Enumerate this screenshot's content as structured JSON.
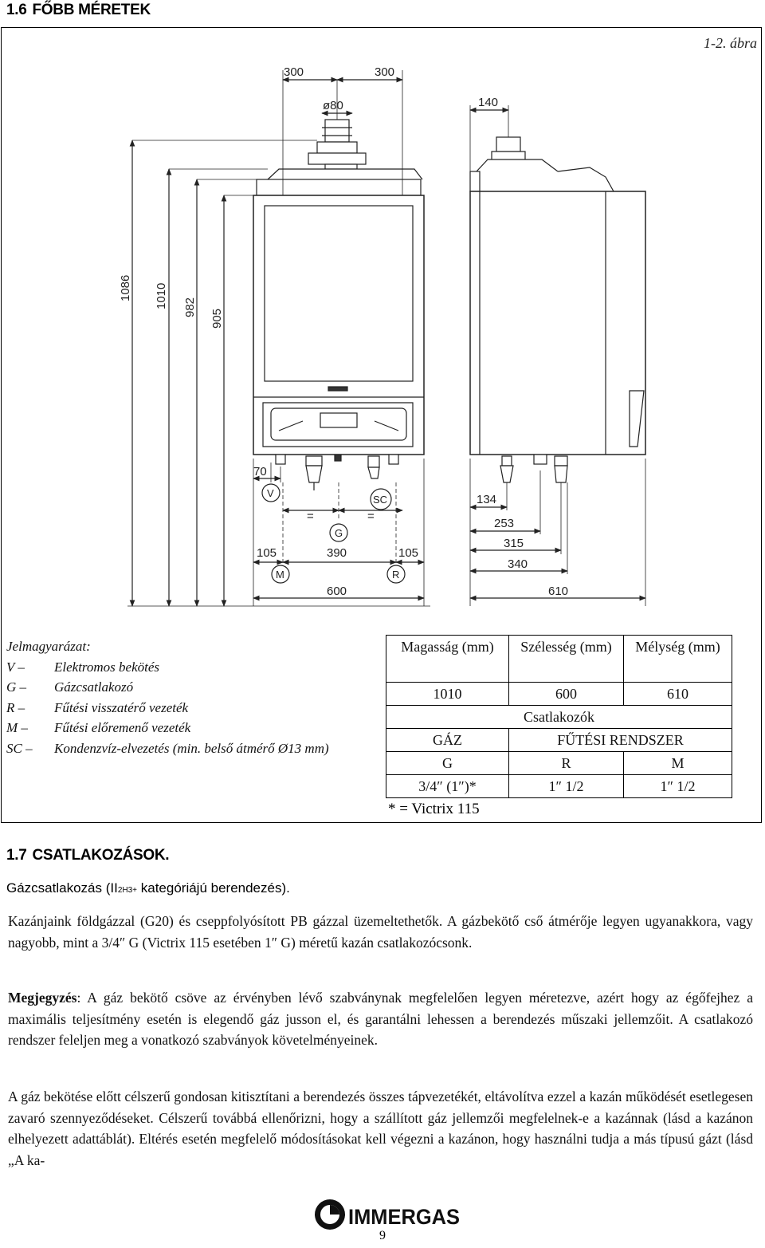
{
  "section_16": {
    "number": "1.6",
    "title": "FŐBB MÉRETEK"
  },
  "figure": {
    "label": "1-2. ábra",
    "dimensions": {
      "top_300_left": "300",
      "top_300_right": "300",
      "flue_diameter": "ø80",
      "side_140": "140",
      "h_1086": "1086",
      "h_1010": "1010",
      "h_982": "982",
      "h_905": "905",
      "d_70": "70",
      "eq_left": "=",
      "eq_right": "=",
      "d_105_left": "105",
      "d_390": "390",
      "d_105_right": "105",
      "d_600": "600",
      "d_134": "134",
      "d_253": "253",
      "d_315": "315",
      "d_340": "340",
      "d_610": "610"
    },
    "connection_marks": {
      "V": "V",
      "G": "G",
      "SC": "SC",
      "M": "M",
      "R": "R"
    }
  },
  "legend": {
    "title": "Jelmagyarázat:",
    "items": [
      {
        "key": "V –",
        "text": "Elektromos bekötés"
      },
      {
        "key": "G –",
        "text": "Gázcsatlakozó"
      },
      {
        "key": "R –",
        "text": "Fűtési visszatérő vezeték"
      },
      {
        "key": "M –",
        "text": "Fűtési előremenő vezeték"
      },
      {
        "key": "SC –",
        "text": "Kondenzvíz-elvezetés (min. belső átmérő Ø13 mm)"
      }
    ]
  },
  "spec_table": {
    "headers": [
      "Magasság (mm)",
      "Szélesség (mm)",
      "Mélység (mm)"
    ],
    "values": [
      "1010",
      "600",
      "610"
    ],
    "connections_title": "Csatlakozók",
    "gas_label": "GÁZ",
    "heating_label": "FŰTÉSI RENDSZER",
    "letters": [
      "G",
      "R",
      "M"
    ],
    "sizes": [
      "3/4″ (1″)*",
      "1″ 1/2",
      "1″ 1/2"
    ],
    "footnote": "* = Victrix 115"
  },
  "section_17": {
    "number": "1.7",
    "title": "CSATLAKOZÁSOK."
  },
  "gas_sub": {
    "before": "Gázcsatlakozás (II",
    "subscript": "2H3+",
    "after": " kategóriájú berendezés)."
  },
  "paragraphs": {
    "p1": "Kazánjaink földgázzal (G20) és cseppfolyósított PB gázzal üzemeltethetők. A gázbekötő cső átmérője legyen ugyanakkora, vagy nagyobb, mint a 3/4″ G (Victrix 115 esetében 1″ G) méretű kazán csatlakozócsonk.",
    "p2_bold": "Megjegyzés",
    "p2_text": ": A gáz bekötő csöve az érvényben lévő szabványnak megfelelően legyen méretezve, azért hogy az égőfejhez a maximális teljesítmény esetén is elegendő gáz jusson el, és garantálni lehessen a berendezés műszaki jellemzőit. A csatlakozó rendszer feleljen meg a vonatkozó szabványok követelményeinek.",
    "p3": "A gáz bekötése előtt célszerű gondosan kitisztítani a berendezés összes tápvezetékét, eltávolítva ezzel a kazán működését esetlegesen zavaró szennyeződéseket. Célszerű továbbá ellenőrizni, hogy a szállított gáz jellemzői megfelelnek-e a kazánnak (lásd a kazánon elhelyezett adattáblát). Eltérés esetén megfelelő módosításokat kell végezni a kazánon, hogy használni tudja a más típusú gázt (lásd „A ka-"
  },
  "logo_text": "IMMERGAS",
  "page_number": "9"
}
